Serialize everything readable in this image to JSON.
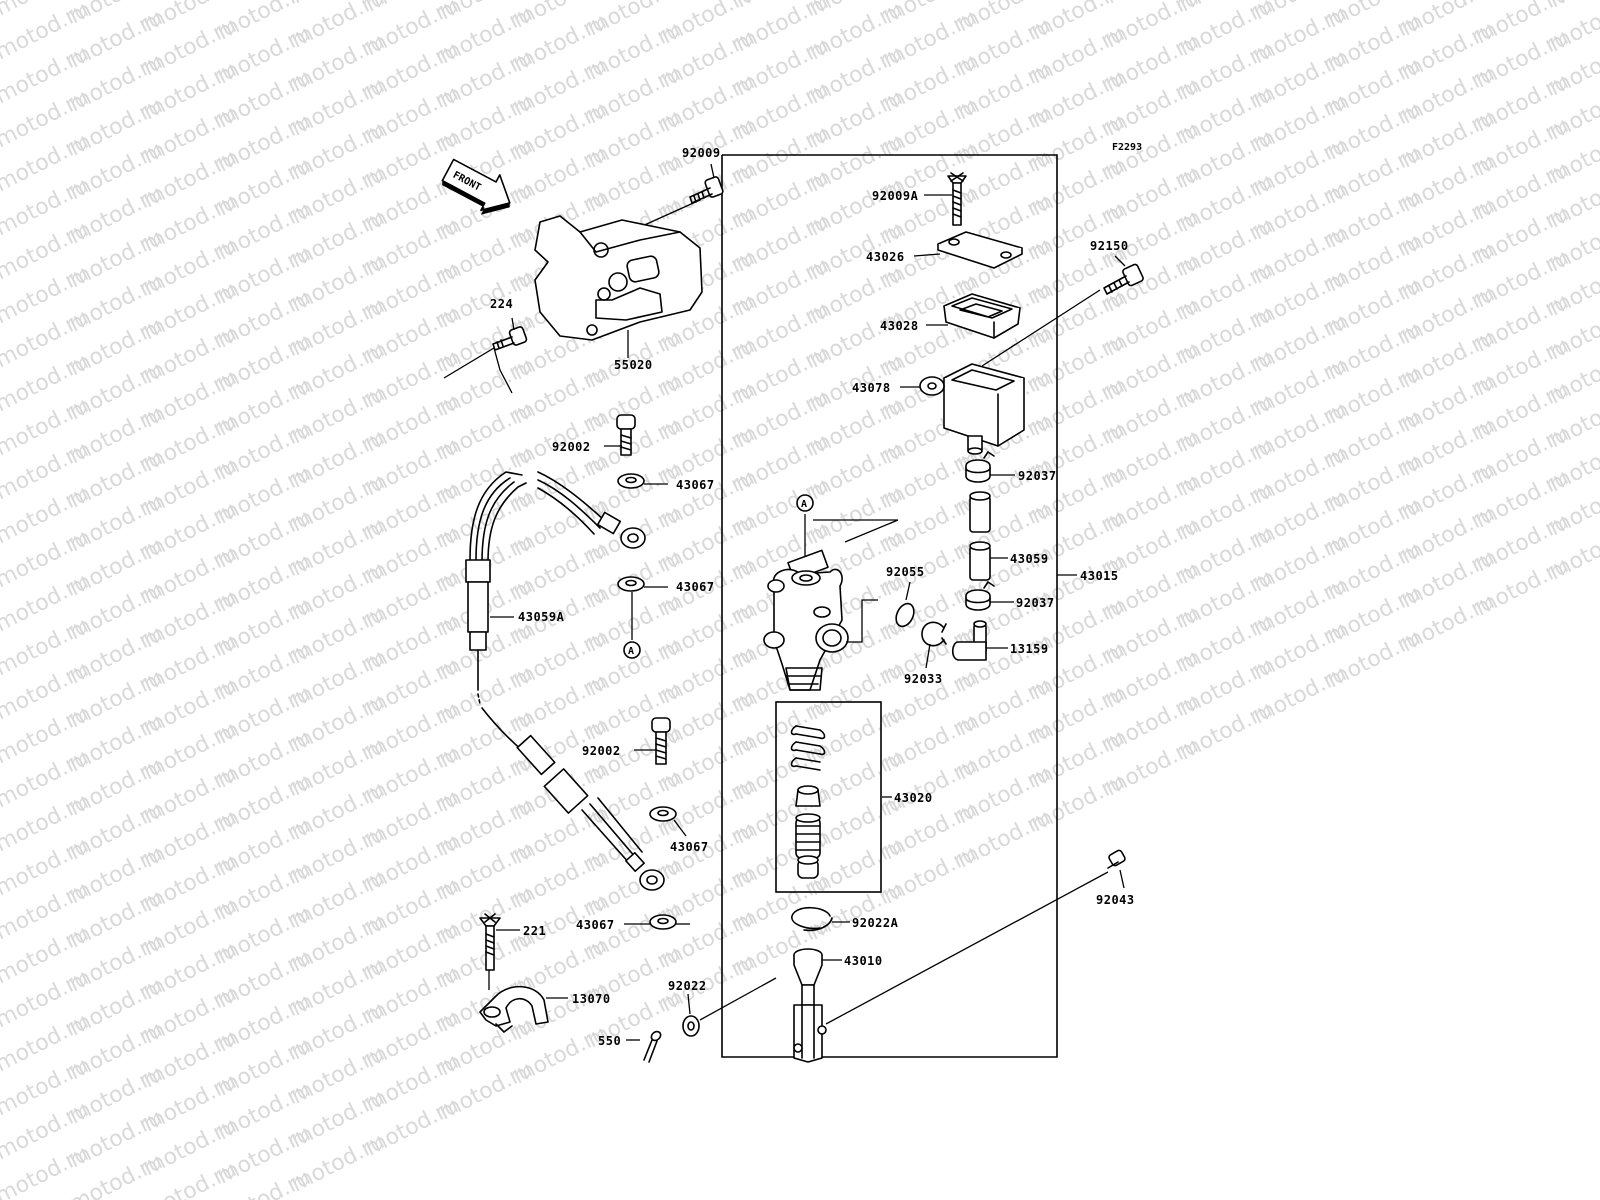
{
  "diagram": {
    "ref_code": "F2293",
    "front_arrow": "FRONT",
    "ref_marker": "A",
    "watermark": "motod.ru",
    "callouts": [
      {
        "id": "92009",
        "text": "92009"
      },
      {
        "id": "224",
        "text": "224"
      },
      {
        "id": "55020",
        "text": "55020"
      },
      {
        "id": "92002-a",
        "text": "92002"
      },
      {
        "id": "43067-a",
        "text": "43067"
      },
      {
        "id": "43067-b",
        "text": "43067"
      },
      {
        "id": "43059A",
        "text": "43059A"
      },
      {
        "id": "92002-b",
        "text": "92002"
      },
      {
        "id": "43067-c",
        "text": "43067"
      },
      {
        "id": "43067-d",
        "text": "43067"
      },
      {
        "id": "221",
        "text": "221"
      },
      {
        "id": "13070",
        "text": "13070"
      },
      {
        "id": "550",
        "text": "550"
      },
      {
        "id": "92022",
        "text": "92022"
      },
      {
        "id": "92009A",
        "text": "92009A"
      },
      {
        "id": "43026",
        "text": "43026"
      },
      {
        "id": "43028",
        "text": "43028"
      },
      {
        "id": "43078",
        "text": "43078"
      },
      {
        "id": "92150",
        "text": "92150"
      },
      {
        "id": "92037-a",
        "text": "92037"
      },
      {
        "id": "43059",
        "text": "43059"
      },
      {
        "id": "92037-b",
        "text": "92037"
      },
      {
        "id": "43015",
        "text": "43015"
      },
      {
        "id": "92055",
        "text": "92055"
      },
      {
        "id": "13159",
        "text": "13159"
      },
      {
        "id": "92033",
        "text": "92033"
      },
      {
        "id": "43020",
        "text": "43020"
      },
      {
        "id": "92043",
        "text": "92043"
      },
      {
        "id": "92022A",
        "text": "92022A"
      },
      {
        "id": "43010",
        "text": "43010"
      }
    ]
  }
}
